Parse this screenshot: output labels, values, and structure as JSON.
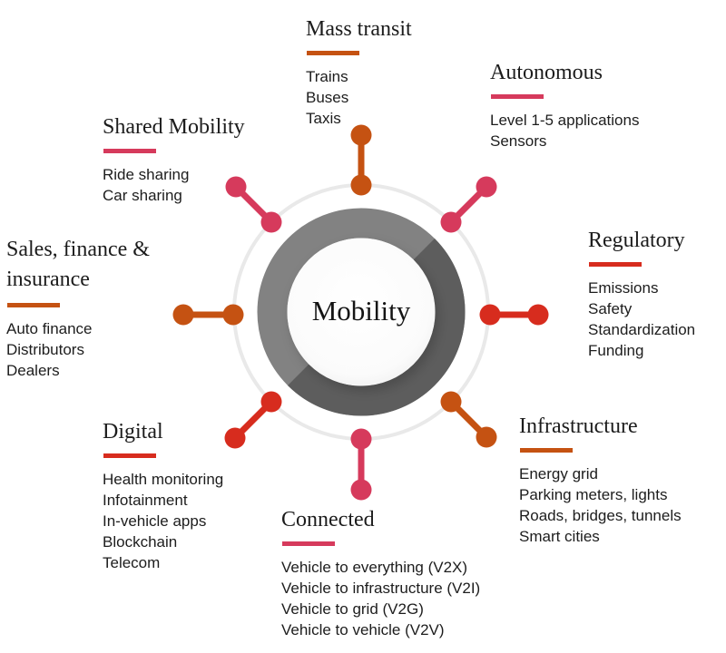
{
  "hub": {
    "label": "Mobility",
    "ring_color": "#828282",
    "ring_shadow_color": "#5d5d5d",
    "outer_circle_color": "#e9e9e9"
  },
  "colors": {
    "orange": "#c55212",
    "red": "#d72c1e",
    "pink": "#d63a5c"
  },
  "categories": [
    {
      "title": "Mass transit",
      "accent": "#c55212",
      "items": [
        "Trains",
        "Buses",
        "Taxis"
      ]
    },
    {
      "title": "Autonomous",
      "accent": "#d63a5c",
      "items": [
        "Level 1-5 applications",
        "Sensors"
      ]
    },
    {
      "title": "Regulatory",
      "accent": "#d72c1e",
      "items": [
        "Emissions",
        "Safety",
        "Standardization",
        "Funding"
      ]
    },
    {
      "title": "Infrastructure",
      "accent": "#c55212",
      "items": [
        "Energy grid",
        "Parking meters, lights",
        "Roads, bridges, tunnels",
        "Smart cities"
      ]
    },
    {
      "title": "Connected",
      "accent": "#d63a5c",
      "items": [
        "Vehicle to everything (V2X)",
        "Vehicle to infrastructure (V2I)",
        "Vehicle to grid (V2G)",
        "Vehicle to vehicle (V2V)"
      ]
    },
    {
      "title": "Digital",
      "accent": "#d72c1e",
      "items": [
        "Health monitoring",
        "Infotainment",
        "In-vehicle apps",
        "Blockchain",
        "Telecom"
      ]
    },
    {
      "title": "Sales, finance & insurance",
      "accent": "#c55212",
      "items": [
        "Auto finance",
        "Distributors",
        "Dealers"
      ]
    },
    {
      "title": "Shared Mobility",
      "accent": "#d63a5c",
      "items": [
        "Ride sharing",
        "Car sharing"
      ]
    }
  ],
  "spokes": [
    {
      "direction": "up",
      "category": "Mass transit",
      "color": "#c55212"
    },
    {
      "direction": "up-right",
      "category": "Autonomous",
      "color": "#d63a5c"
    },
    {
      "direction": "right",
      "category": "Regulatory",
      "color": "#d72c1e"
    },
    {
      "direction": "down-right",
      "category": "Infrastructure",
      "color": "#c55212"
    },
    {
      "direction": "down",
      "category": "Connected",
      "color": "#d63a5c"
    },
    {
      "direction": "down-left",
      "category": "Digital",
      "color": "#d72c1e"
    },
    {
      "direction": "left",
      "category": "Sales, finance & insurance",
      "color": "#c55212"
    },
    {
      "direction": "up-left",
      "category": "Shared Mobility",
      "color": "#d63a5c"
    }
  ]
}
